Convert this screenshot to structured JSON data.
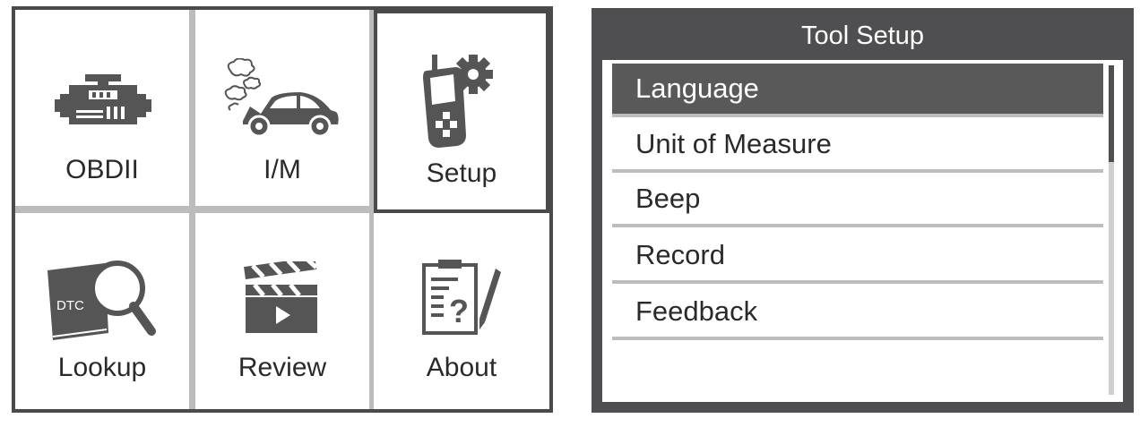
{
  "main_menu": {
    "tiles": [
      {
        "label": "OBDII",
        "icon": "engine-icon"
      },
      {
        "label": "I/M",
        "icon": "car-emissions-icon"
      },
      {
        "label": "Setup",
        "icon": "scan-tool-gear-icon",
        "selected": true
      },
      {
        "label": "Lookup",
        "icon": "dtc-book-magnifier-icon",
        "icon_text": "DTC"
      },
      {
        "label": "Review",
        "icon": "clapperboard-play-icon"
      },
      {
        "label": "About",
        "icon": "clipboard-question-pen-icon"
      }
    ]
  },
  "tool_setup": {
    "title": "Tool Setup",
    "items": [
      {
        "label": "Language",
        "active": true
      },
      {
        "label": "Unit of Measure"
      },
      {
        "label": "Beep"
      },
      {
        "label": "Record"
      },
      {
        "label": "Feedback"
      }
    ]
  },
  "colors": {
    "frame": "#4a4a4b",
    "grid_line": "#bcbcbc",
    "panel": "#4f4f51",
    "selection": "#595959",
    "divider": "#bdbdbd",
    "icon": "#555555"
  }
}
